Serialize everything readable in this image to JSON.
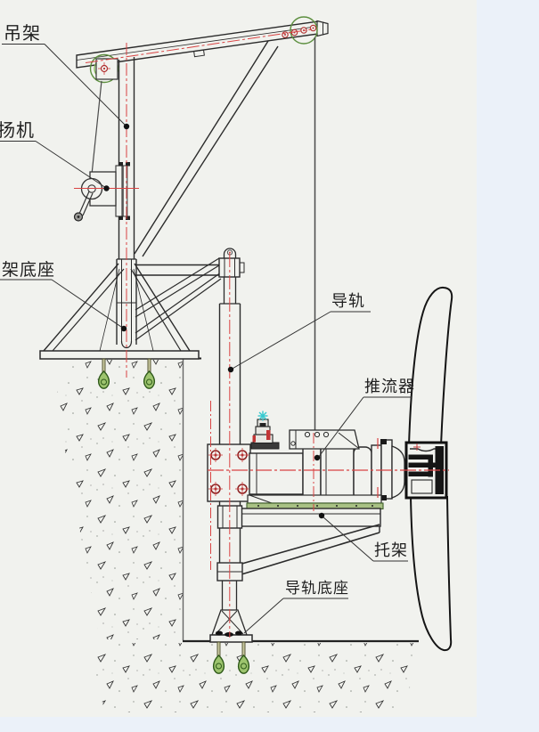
{
  "diagram": {
    "type": "submersible-thruster-installation-drawing",
    "labels": {
      "hanger": "吊架",
      "hoist": "扬机",
      "hanger_base": "架底座",
      "guide_rail": "导轨",
      "thruster": "推流器",
      "bracket": "托架",
      "guide_rail_base": "导轨底座"
    },
    "colors": {
      "canvas_bg": "#f1f2ee",
      "page_margin": "#ebf1f9",
      "line": "#2b2b2b",
      "centerline_red": "#d94343",
      "bolt_red": "#b03030",
      "pulley_green": "#7fb35a",
      "anchor_bolt_green": "#9dc46e",
      "gasket_green": "#a8c184",
      "spark_cyan": "#35c9cf"
    }
  }
}
